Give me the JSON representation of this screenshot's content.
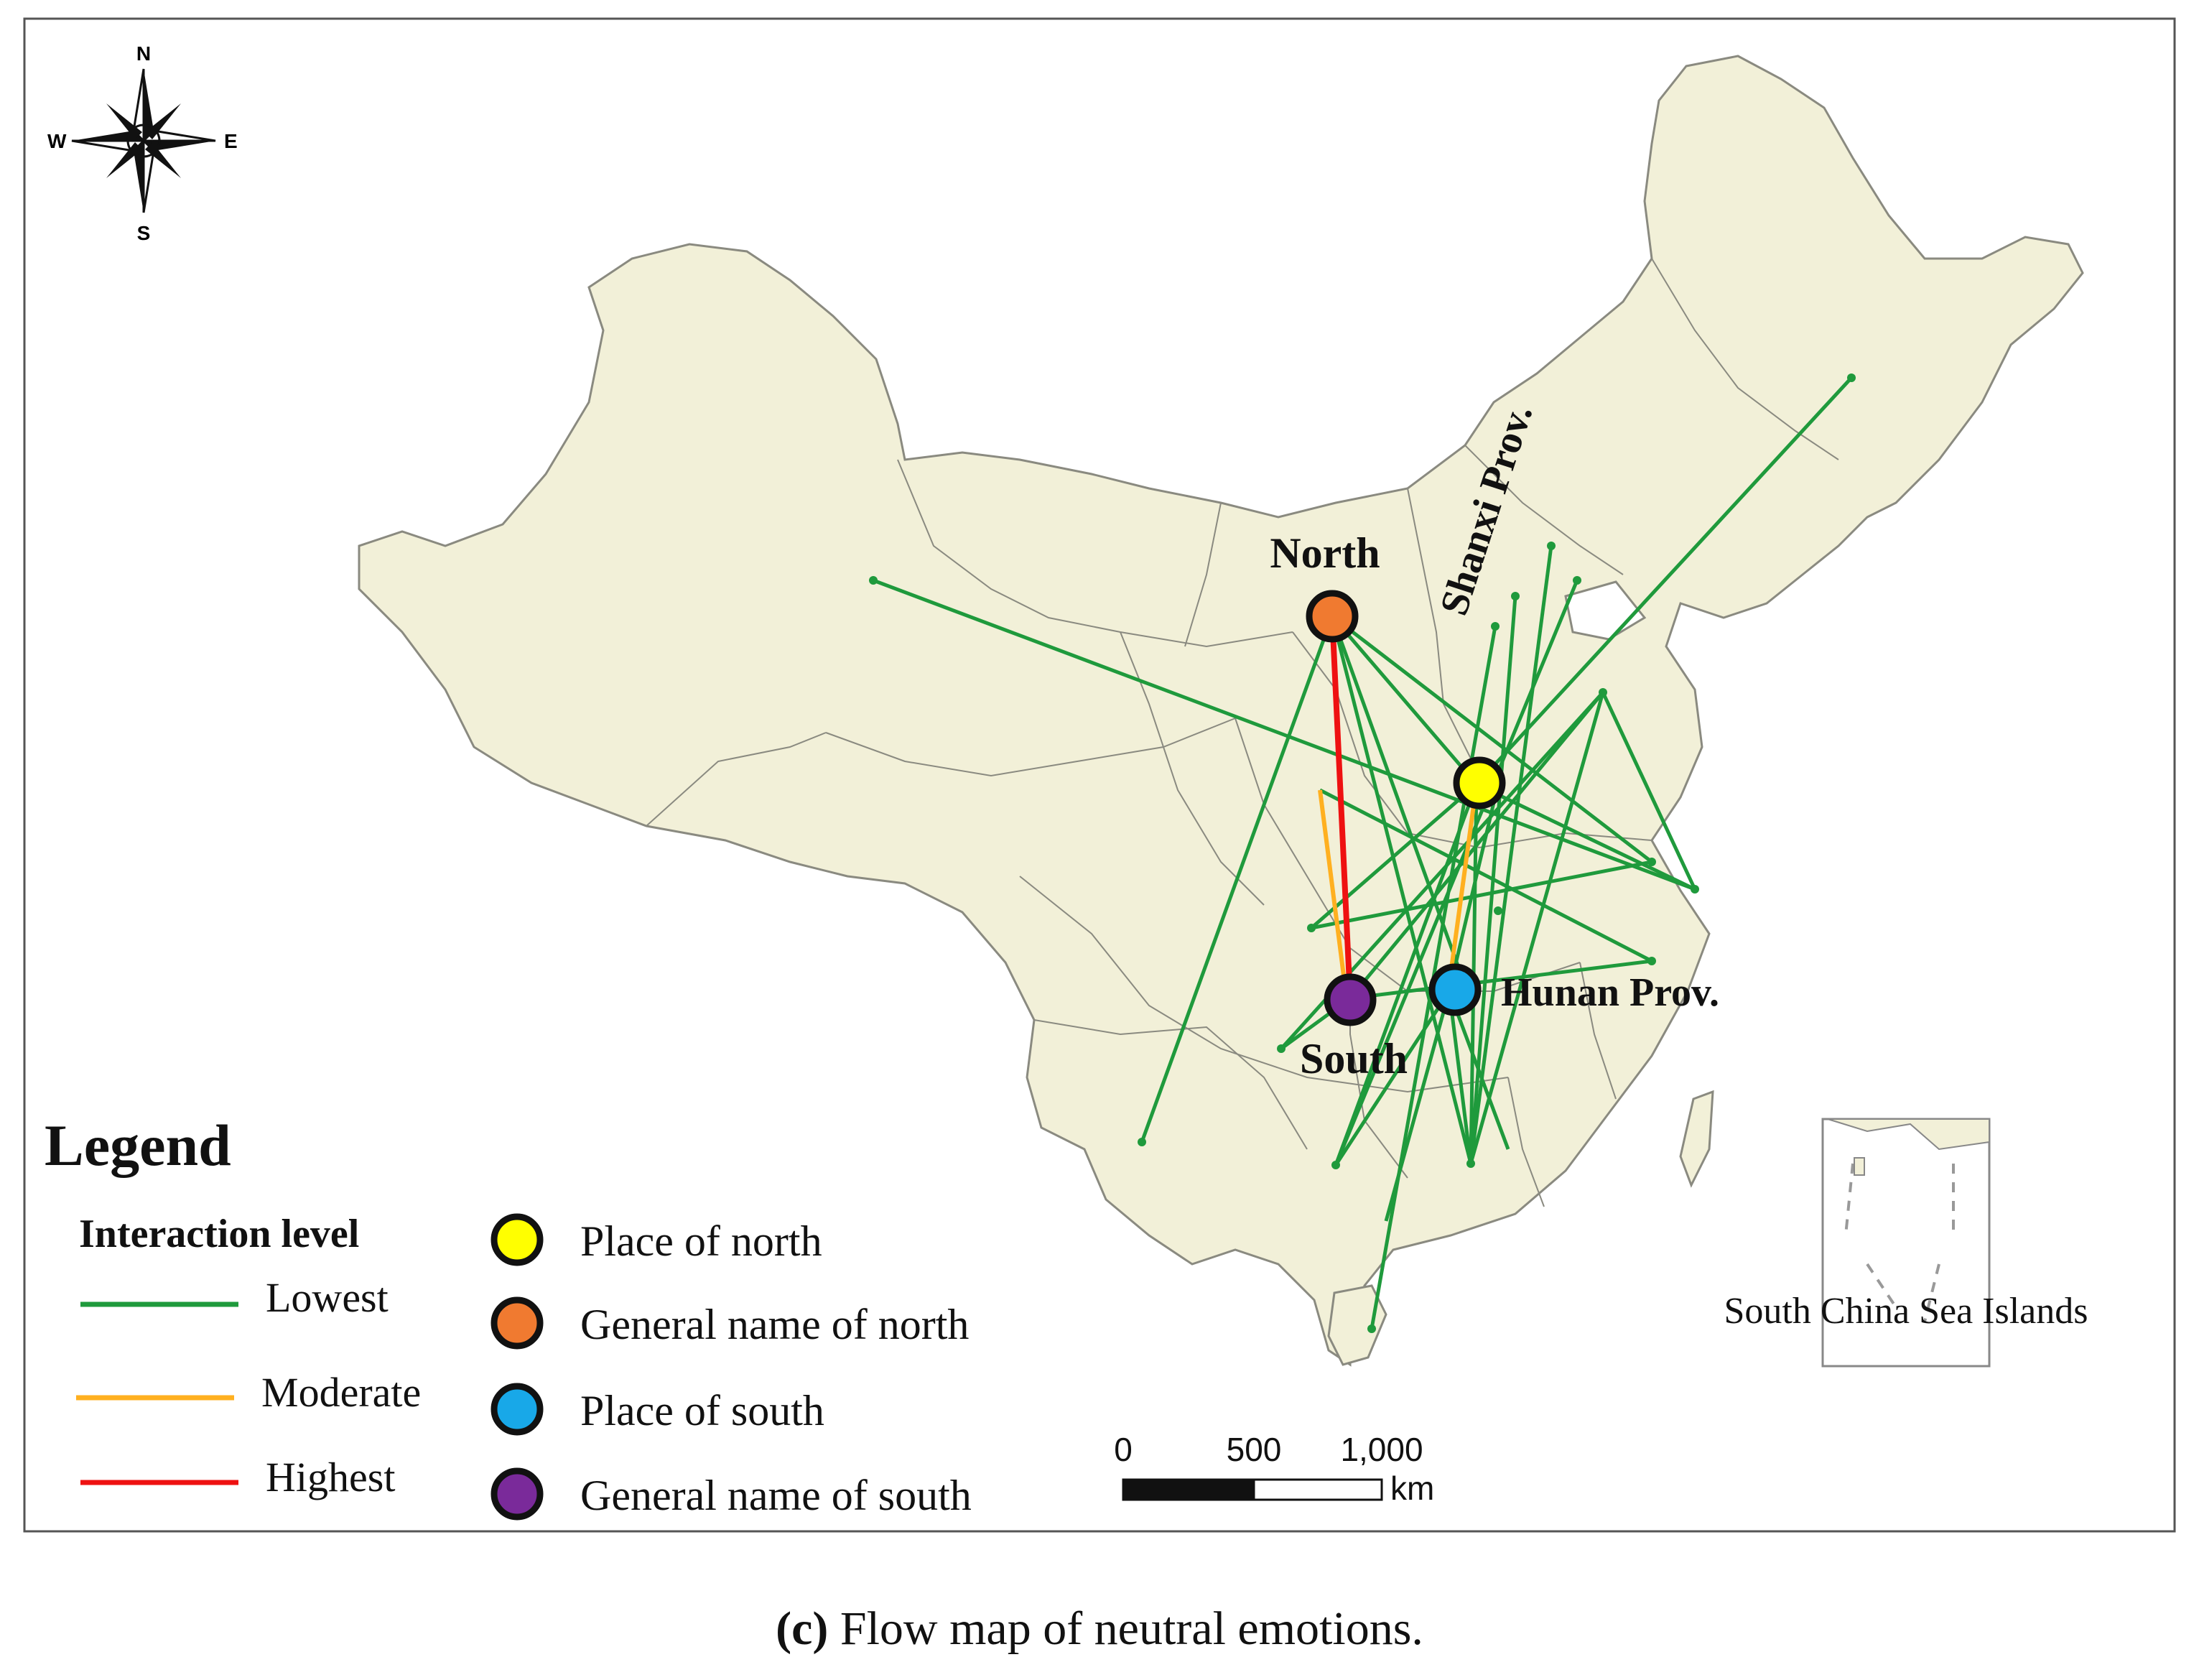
{
  "compass": {
    "n": "N",
    "s": "S",
    "e": "E",
    "w": "W"
  },
  "labels": {
    "north": "North",
    "south": "South",
    "shanxi": "Shanxi Prov.",
    "hunan": "Hunan Prov.",
    "inset": "South China Sea Islands"
  },
  "legend": {
    "title": "Legend",
    "subtitle": "Interaction level",
    "lines": [
      {
        "label": "Lowest",
        "color": "#1f9a3c"
      },
      {
        "label": "Moderate",
        "color": "#ffb020"
      },
      {
        "label": "Highest",
        "color": "#ee1111"
      }
    ],
    "points": [
      {
        "label": "Place of north",
        "color": "#ffff00"
      },
      {
        "label": "General name of north",
        "color": "#f07a30"
      },
      {
        "label": "Place of south",
        "color": "#18a8e8"
      },
      {
        "label": "General name of south",
        "color": "#7a2a9a"
      }
    ]
  },
  "scale": {
    "t0": "0",
    "t1": "500",
    "t2": "1,000",
    "unit": "km"
  },
  "caption": {
    "prefix": "(c)",
    "text": " Flow map of neutral emotions."
  },
  "colors": {
    "land": "#f2f0d8",
    "border": "#8a8a80",
    "lowest": "#1f9a3c",
    "moderate": "#ffb020",
    "highest": "#ee1111"
  }
}
